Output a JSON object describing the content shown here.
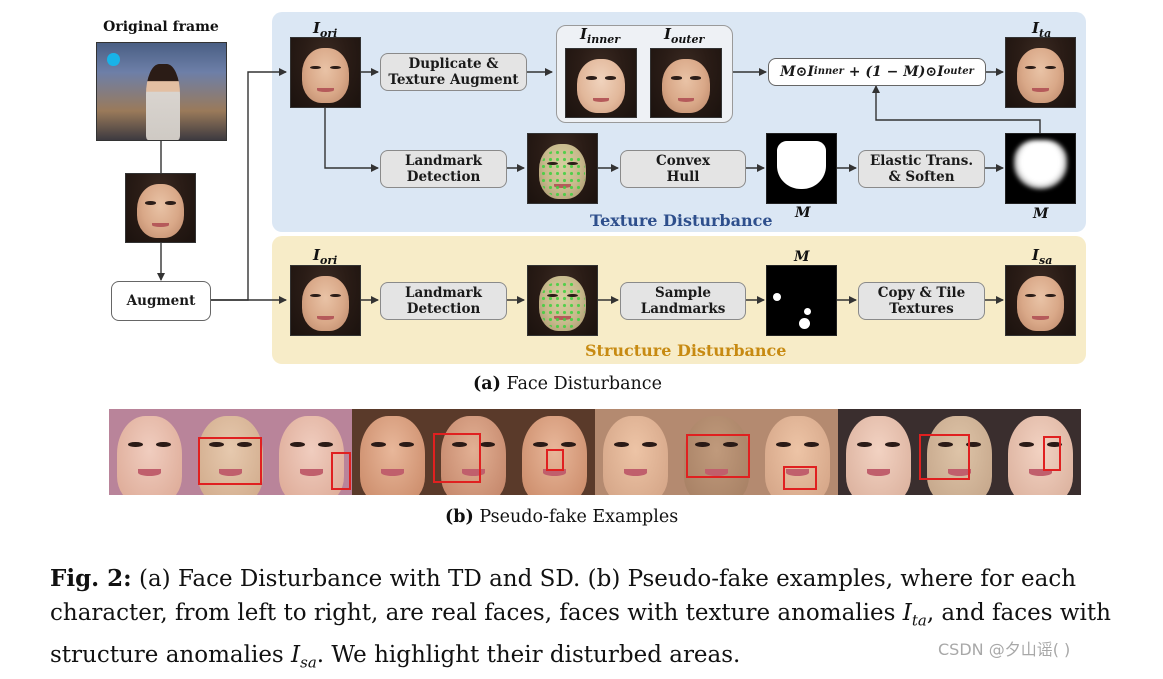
{
  "figure": {
    "left_col": {
      "original_frame_label": "Original frame",
      "augment_label": "Augment"
    },
    "texture_panel": {
      "title": "Texture Disturbance",
      "title_color": "#2e4f8c",
      "background": "#dbe7f4",
      "input_label": "I",
      "input_sub": "ori",
      "box_duplicate": "Duplicate &\nTexture Augment",
      "inner_label": "I",
      "inner_sub": "inner",
      "outer_label": "I",
      "outer_sub": "outer",
      "formula_pre": "M⊙I",
      "formula_inner_sub": "inner",
      "formula_mid": " + (1 − M)⊙I",
      "formula_outer_sub": "outer",
      "output_label": "I",
      "output_sub": "ta",
      "box_landmark": "Landmark\nDetection",
      "box_convex": "Convex\nHull",
      "box_elastic": "Elastic Trans.\n& Soften",
      "mask_label_1": "M",
      "mask_label_2": "M"
    },
    "structure_panel": {
      "title": "Structure Disturbance",
      "title_color": "#c78a12",
      "background": "#f7ecc8",
      "input_label": "I",
      "input_sub": "ori",
      "box_landmark": "Landmark\nDetection",
      "box_sample": "Sample\nLandmarks",
      "mask_label": "M",
      "box_copy": "Copy & Tile\nTextures",
      "output_label": "I",
      "output_sub": "sa"
    },
    "caption_a_tag": "(a)",
    "caption_a_text": "Face Disturbance",
    "caption_b_tag": "(b)",
    "caption_b_text": "Pseudo-fake Examples",
    "box_color_red": "#e02020"
  },
  "fig_caption": {
    "label": "Fig. 2:",
    "part1": " (a) Face Disturbance with TD and SD. (b) Pseudo-fake examples, where for each character, from left to right, are real faces, faces with texture anomalies ",
    "ita_main": "I",
    "ita_sub": "ta",
    "part2": ", and faces with structure anomalies ",
    "isa_main": "I",
    "isa_sub": "sa",
    "part3": ". We highlight their disturbed areas."
  },
  "watermark": "CSDN @夕山谣(        )"
}
